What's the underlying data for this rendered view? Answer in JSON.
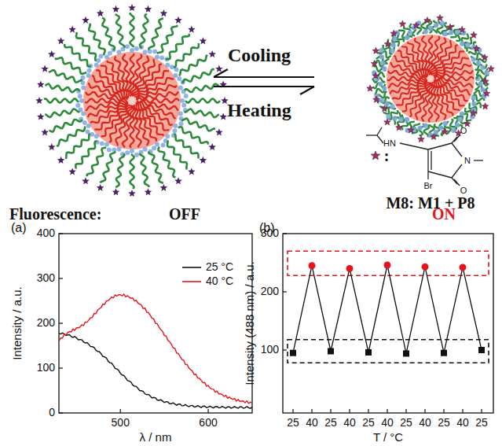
{
  "diagram": {
    "labels": [
      "Cooling",
      "Heating",
      "HN",
      "O",
      "O",
      "Br",
      "N",
      ":",
      "M8: M1 + P8",
      "Fluorescence:",
      "OFF",
      "ON",
      "(a)",
      "400",
      "300",
      "200",
      "100",
      "0",
      "Intensity / a.u.",
      "500",
      "600",
      "λ / nm",
      "(b)",
      "300",
      "200",
      "100",
      "Intensity (488 nm) / a.u.",
      "25",
      "40",
      "25",
      "40",
      "25",
      "40",
      "25",
      "40",
      "25",
      "40",
      "25",
      "T / °C"
    ],
    "legend": [
      {
        "text": "25 °C"
      },
      {
        "text": "40 °C"
      }
    ]
  }
}
